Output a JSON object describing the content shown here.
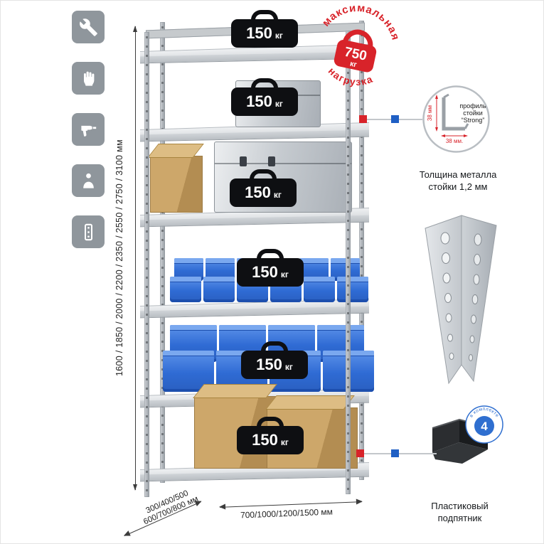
{
  "colors": {
    "accent_red": "#d8232a",
    "accent_blue": "#1f5fc4",
    "icon_gray": "#8f969c",
    "bin_blue": "#2e6bd6",
    "metal_light": "#dfe2e5"
  },
  "left_icons": [
    {
      "name": "wrench"
    },
    {
      "name": "gloves"
    },
    {
      "name": "drill"
    },
    {
      "name": "person"
    },
    {
      "name": "perforated-post"
    }
  ],
  "dimensions": {
    "height": "1600 / 1850 / 2000 / 2200 / 2350 / 2550 / 2750 / 3100 мм",
    "depth_line1": "300/400/500",
    "depth_line2": "600/700/800 мм",
    "width": "700/1000/1200/1500 мм"
  },
  "shelves": [
    {
      "load": "150",
      "unit": "кг"
    },
    {
      "load": "150",
      "unit": "кг"
    },
    {
      "load": "150",
      "unit": "кг"
    },
    {
      "load": "150",
      "unit": "кг"
    },
    {
      "load": "150",
      "unit": "кг"
    },
    {
      "load": "150",
      "unit": "кг"
    }
  ],
  "max_load_stamp": {
    "arc_top": "максимальная",
    "arc_bottom": "нагрузка",
    "value": "750",
    "unit": "кг"
  },
  "profile_callout": {
    "label_line1": "профиль",
    "label_line2": "стойки",
    "label_line3": "“Strong”",
    "dim_vertical": "38 мм",
    "dim_horizontal": "38 мм.",
    "caption_line1": "Толщина металла",
    "caption_line2": "стойки 1,2 мм"
  },
  "foot_callout": {
    "badge_value": "4",
    "badge_ring_text": "в комплекте",
    "caption_line1": "Пластиковый",
    "caption_line2": "подпятник"
  }
}
